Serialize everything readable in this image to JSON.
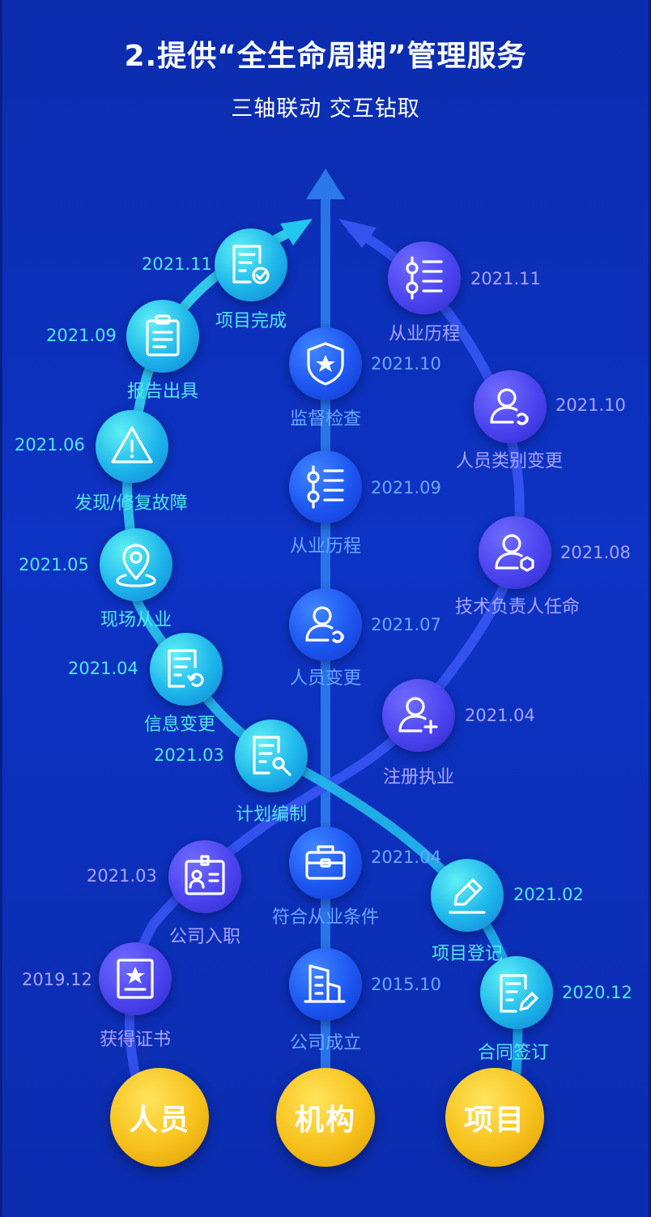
{
  "title": "2.提供“全生命周期”管理服务",
  "subtitle": "三轴联动 交互钻取",
  "bases": {
    "person": "人员",
    "org": "机构",
    "project": "项目"
  },
  "colors": {
    "background": "#0b2cad",
    "project_track": "#1ec8e8",
    "person_track": "#3b57f0",
    "org_track": "#2e80ee",
    "base": "#f7c11b"
  },
  "person": [
    {
      "label": "获得证书",
      "date": "2019.12",
      "icon": "certificate-icon"
    },
    {
      "label": "公司入职",
      "date": "2021.03",
      "icon": "id-card-icon"
    },
    {
      "label": "注册执业",
      "date": "2021.04",
      "icon": "user-add-icon"
    },
    {
      "label": "技术负责人任命",
      "date": "2021.08",
      "icon": "user-settings-icon"
    },
    {
      "label": "人员类别变更",
      "date": "2021.10",
      "icon": "user-switch-icon"
    },
    {
      "label": "从业历程",
      "date": "2021.11",
      "icon": "timeline-icon"
    }
  ],
  "org": [
    {
      "label": "公司成立",
      "date": "2015.10",
      "icon": "building-icon"
    },
    {
      "label": "符合从业条件",
      "date": "2021.04",
      "icon": "briefcase-icon"
    },
    {
      "label": "人员变更",
      "date": "2021.07",
      "icon": "user-switch-icon"
    },
    {
      "label": "从业历程",
      "date": "2021.09",
      "icon": "timeline-icon"
    },
    {
      "label": "监督检查",
      "date": "2021.10",
      "icon": "shield-star-icon"
    }
  ],
  "project": [
    {
      "label": "合同签订",
      "date": "2020.12",
      "icon": "contract-sign-icon"
    },
    {
      "label": "项目登记",
      "date": "2021.02",
      "icon": "pen-icon"
    },
    {
      "label": "计划编制",
      "date": "2021.03",
      "icon": "document-tool-icon"
    },
    {
      "label": "信息变更",
      "date": "2021.04",
      "icon": "document-refresh-icon"
    },
    {
      "label": "现场从业",
      "date": "2021.05",
      "icon": "location-pin-icon"
    },
    {
      "label": "发现/修复故障",
      "date": "2021.06",
      "icon": "warning-icon"
    },
    {
      "label": "报告出具",
      "date": "2021.09",
      "icon": "clipboard-icon"
    },
    {
      "label": "项目完成",
      "date": "2021.11",
      "icon": "document-check-icon"
    }
  ]
}
